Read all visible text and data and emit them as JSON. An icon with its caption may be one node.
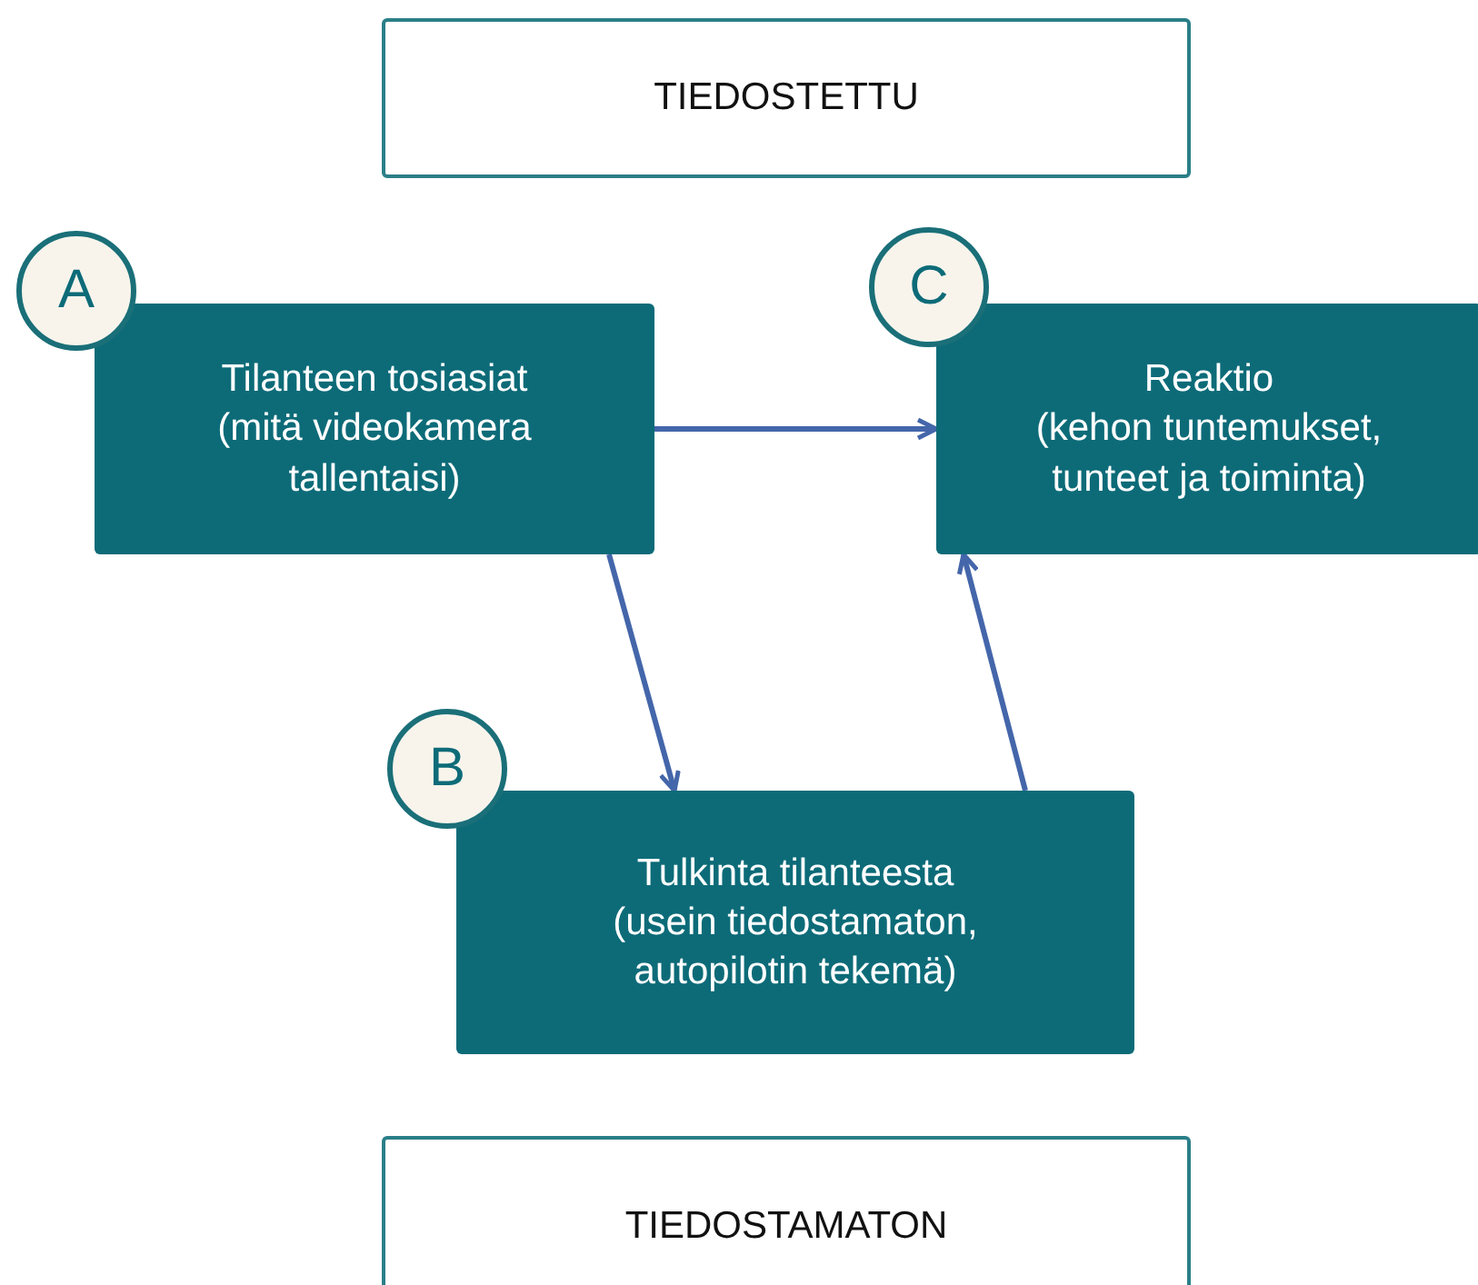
{
  "diagram": {
    "nodes": [
      {
        "text": [
          "TIEDOSTETTU"
        ]
      },
      {
        "text": [
          "A"
        ]
      },
      {
        "text": [
          "Tilanteen tosiasiat",
          "(mitä videokamera tallentaisi)"
        ]
      },
      {
        "text": [
          "C"
        ]
      },
      {
        "text": [
          "Reaktio",
          "(kehon tuntemukset, tunteet ja toiminta)"
        ]
      },
      {
        "text": [
          "B"
        ]
      },
      {
        "text": [
          "Tulkinta tilanteesta",
          "(usein tiedostamaton, autopilotin tekemä)"
        ]
      },
      {
        "text": [
          "TIEDOSTAMATON"
        ]
      }
    ],
    "edges": [
      {
        "from": 2,
        "to": 4,
        "arrow": "to"
      },
      {
        "from": 2,
        "to": 6,
        "arrow": "to"
      },
      {
        "from": 6,
        "to": 4,
        "arrow": "to"
      }
    ]
  }
}
